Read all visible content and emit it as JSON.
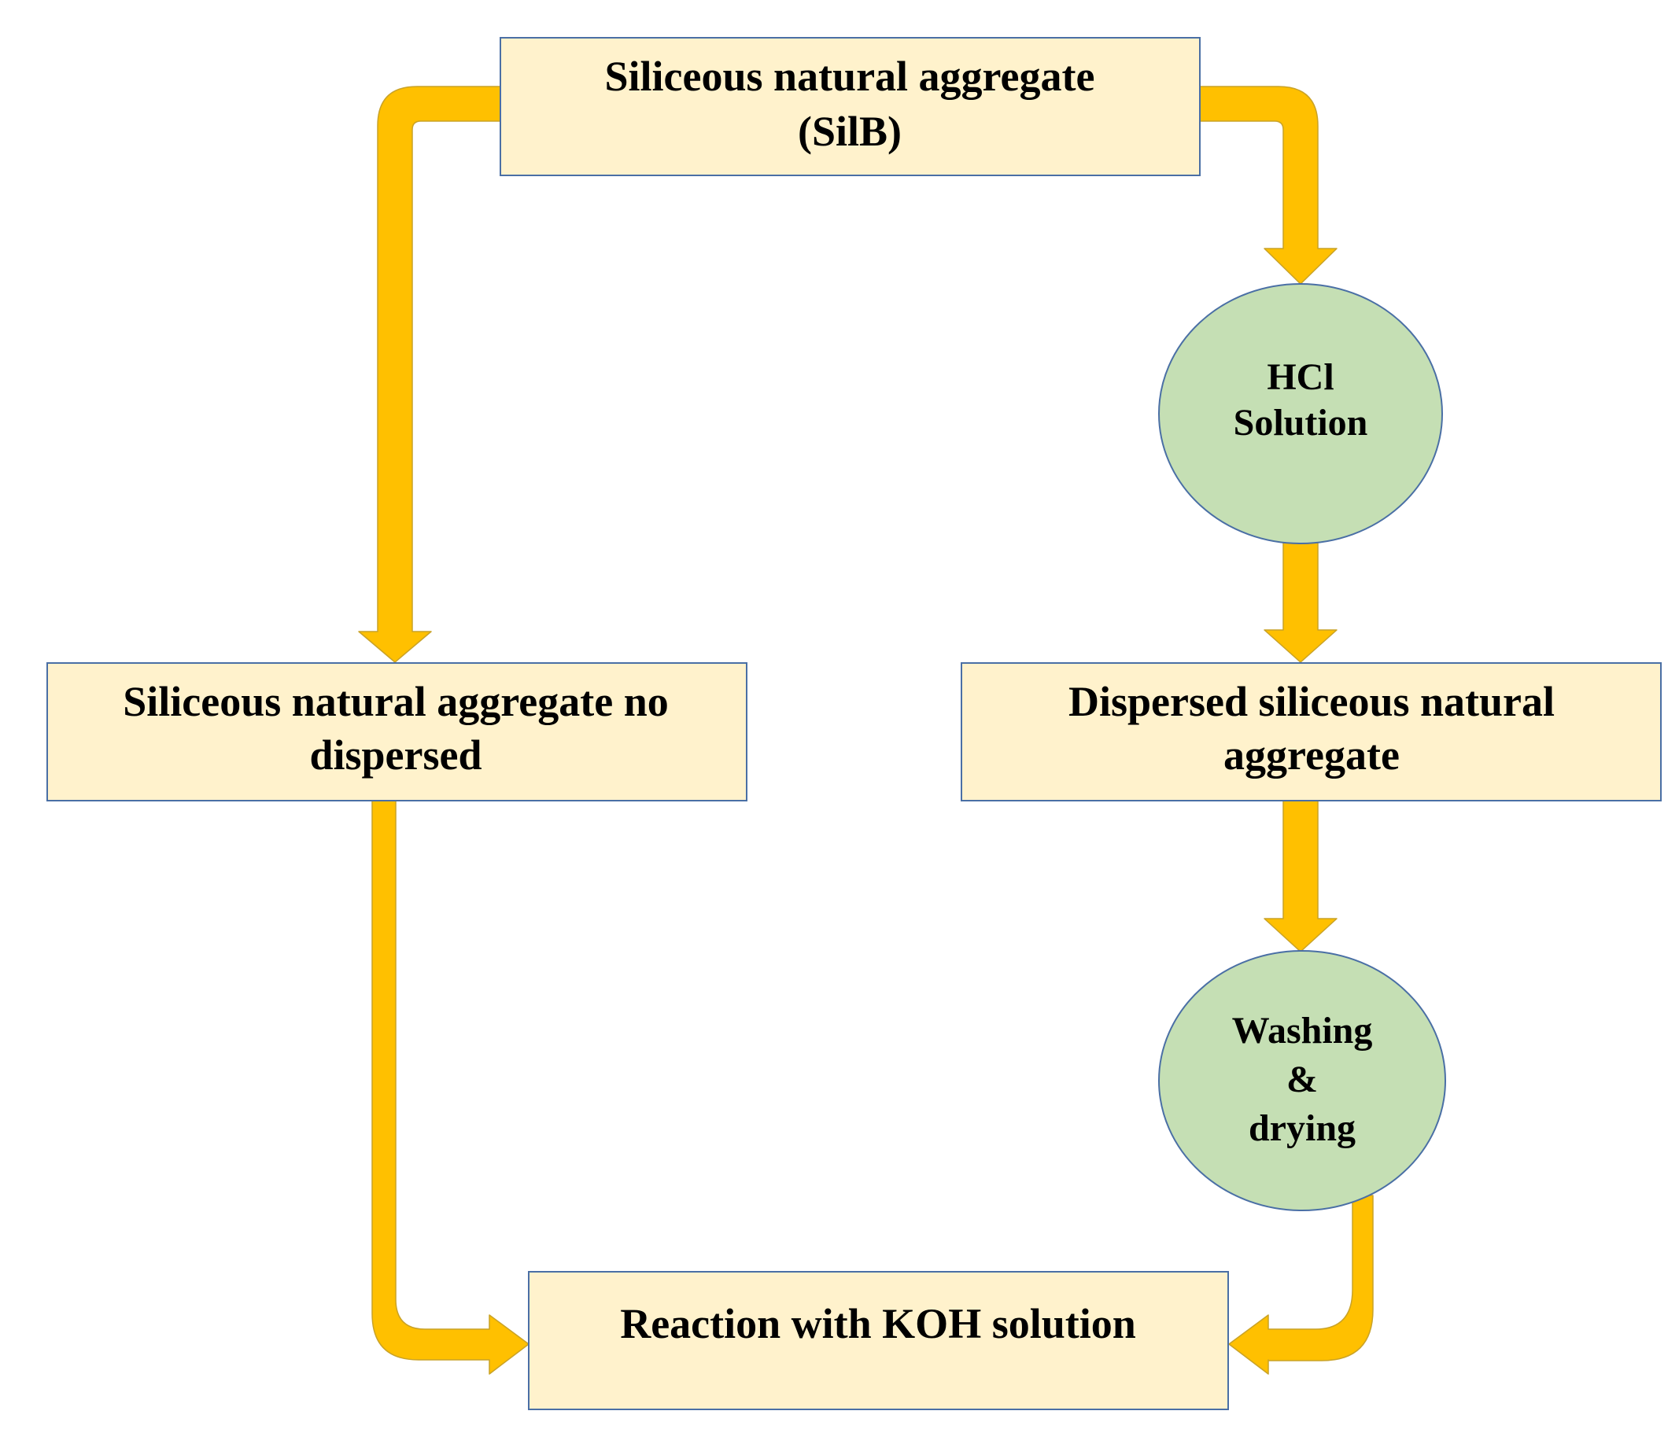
{
  "colors": {
    "box_fill": "#fff2cc",
    "box_stroke": "#4a6fa5",
    "circle_fill": "#c5dfb4",
    "circle_stroke": "#4a6fa5",
    "arrow_fill": "#ffc000",
    "arrow_stroke": "#c9a227",
    "text": "#000000"
  },
  "nodes": {
    "silb_source": {
      "shape": "box",
      "lines": [
        "Siliceous natural aggregate",
        "(SilB)"
      ]
    },
    "no_dispersed": {
      "shape": "box",
      "lines": [
        "Siliceous natural aggregate no",
        "dispersed"
      ]
    },
    "hcl_solution": {
      "shape": "circle",
      "lines": [
        "HCl",
        "Solution"
      ]
    },
    "dispersed": {
      "shape": "box",
      "lines": [
        "Dispersed siliceous natural",
        "aggregate"
      ]
    },
    "washing_drying": {
      "shape": "circle",
      "lines": [
        "Washing",
        "&",
        "drying"
      ]
    },
    "koh_reaction": {
      "shape": "box",
      "lines": [
        "Reaction with KOH solution"
      ]
    }
  },
  "edges": [
    {
      "from": "silb_source",
      "to": "no_dispersed"
    },
    {
      "from": "silb_source",
      "to": "hcl_solution"
    },
    {
      "from": "hcl_solution",
      "to": "dispersed"
    },
    {
      "from": "dispersed",
      "to": "washing_drying"
    },
    {
      "from": "no_dispersed",
      "to": "koh_reaction"
    },
    {
      "from": "washing_drying",
      "to": "koh_reaction"
    }
  ]
}
